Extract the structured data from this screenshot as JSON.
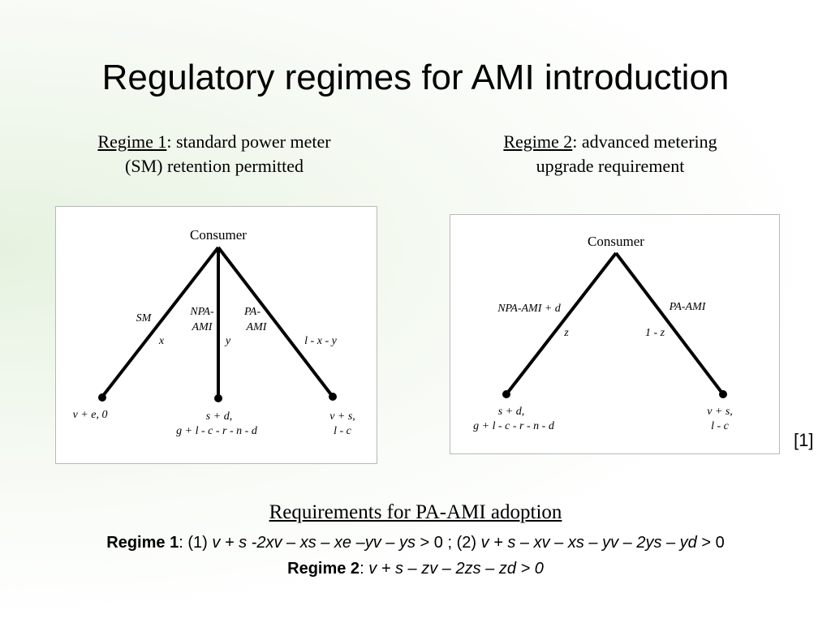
{
  "title": "Regulatory regimes for AMI introduction",
  "regime1": {
    "label": "Regime 1",
    "desc_line1": ": standard power meter",
    "desc_line2": "(SM) retention permitted"
  },
  "regime2": {
    "label": "Regime 2",
    "desc_line1": ": advanced metering",
    "desc_line2": "upgrade requirement"
  },
  "tree1": {
    "root": "Consumer",
    "branch_sm": "SM",
    "branch_npa_1": "NPA-",
    "branch_npa_2": "AMI",
    "branch_pa_1": "PA-",
    "branch_pa_2": "AMI",
    "prob_x": "x",
    "prob_y": "y",
    "prob_rest": "l - x - y",
    "payoff_left": "v + e, 0",
    "payoff_mid_1": "s + d,",
    "payoff_mid_2": "g + l - c - r - n - d",
    "payoff_right_1": "v + s,",
    "payoff_right_2": "l - c"
  },
  "tree2": {
    "root": "Consumer",
    "branch_npa": "NPA-AMI + d",
    "branch_pa": "PA-AMI",
    "prob_z": "z",
    "prob_rest": "1 - z",
    "payoff_left_1": "s + d,",
    "payoff_left_2": "g + l - c - r - n - d",
    "payoff_right_1": "v + s,",
    "payoff_right_2": "l - c"
  },
  "reference": "[1]",
  "requirements": {
    "title": "Requirements for PA-AMI adoption",
    "r1_label": "Regime 1",
    "r1_sep": ": (1) ",
    "r1_expr1": "v + s -2xv – xs – xe –yv – ys",
    "r1_gt1": " > 0 ; (2) ",
    "r1_expr2": "v + s – xv – xs – yv – 2ys – yd",
    "r1_gt2": " > 0",
    "r2_label": "Regime 2",
    "r2_sep": ": ",
    "r2_expr": "v + s – zv – 2zs – zd > 0"
  }
}
